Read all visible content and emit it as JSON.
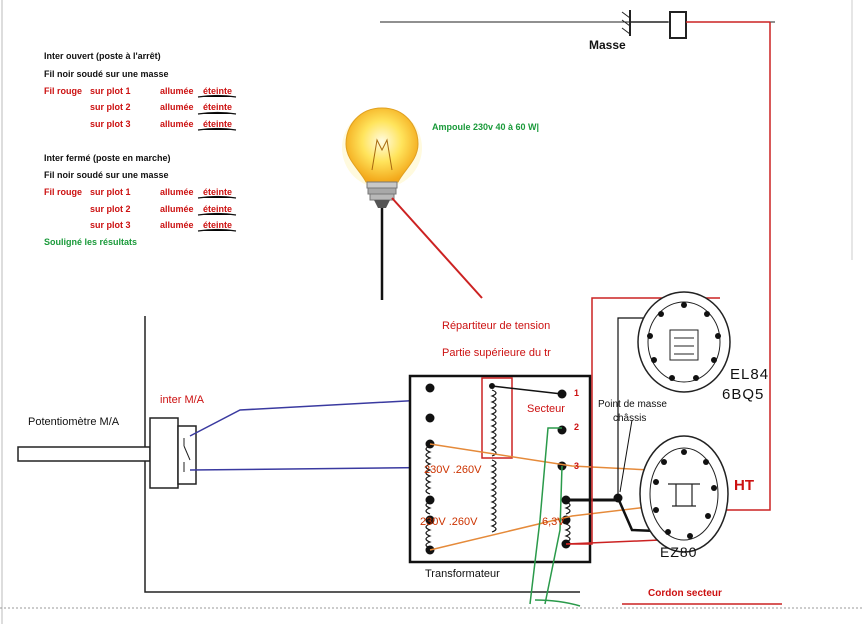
{
  "notes": {
    "open_title": "Inter ouvert (poste à l'arrêt)",
    "open_black": "Fil noir  soudé sur une masse",
    "open_red_prefix": "Fil rouge",
    "closed_title": "Inter fermé (poste en marche)",
    "closed_black": "Fil noir  soudé sur une masse",
    "closed_red_prefix": "Fil rouge",
    "plot_rows_open": [
      {
        "plot": "sur plot  1",
        "state": "allumée",
        "result": "éteinte"
      },
      {
        "plot": "sur plot  2",
        "state": "allumée",
        "result": "éteinte"
      },
      {
        "plot": "sur plot  3",
        "state": "allumée",
        "result": "éteinte"
      }
    ],
    "plot_rows_closed": [
      {
        "plot": "sur plot  1",
        "state": "allumée",
        "result": "éteinte"
      },
      {
        "plot": "sur plot  2",
        "state": "allumée",
        "result": "éteinte"
      },
      {
        "plot": "sur plot  3",
        "state": "allumée",
        "result": "éteinte"
      }
    ],
    "underline_note": "Souligné les résultats"
  },
  "labels": {
    "masse": "Masse",
    "ampoule": "Ampoule 230v 40 à 60 W|",
    "repartiteur": "Répartiteur de tension",
    "partie_sup": "Partie supérieure du tr",
    "potentiometre": "Potentiomètre M/A",
    "inter": "inter M/A",
    "secteur": "Secteur",
    "point_masse_1": "Point de masse",
    "point_masse_2": "châssis",
    "el84": "EL84",
    "bq5": "6BQ5",
    "ht": "HT",
    "ez80": "EZ80",
    "v230a": "230V .260V",
    "v230b": "230V .260V",
    "v63": "6,3V",
    "transformateur": "Transformateur",
    "cordon": "Cordon secteur",
    "plot1": "1",
    "plot2": "2",
    "plot3": "3"
  },
  "colors": {
    "red_wire": "#cc2222",
    "blue_wire": "#3a3aa0",
    "orange_wire": "#e58a3a",
    "green_wire": "#2a9a4a",
    "black_wire": "#111111",
    "label_red": "#cc1111",
    "label_green": "#1a9a3a"
  },
  "icons": [
    "lightbulb-icon",
    "ground-symbol-icon",
    "capacitor-icon"
  ]
}
